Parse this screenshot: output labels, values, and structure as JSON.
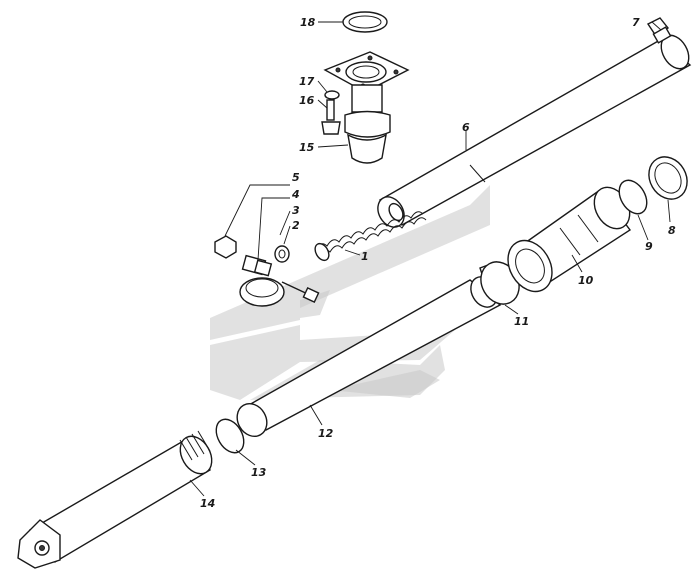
{
  "callouts": {
    "c1": "1",
    "c2": "2",
    "c3": "3",
    "c4": "4",
    "c5": "5",
    "c6": "6",
    "c7": "7",
    "c8": "8",
    "c9": "9",
    "c10": "10",
    "c11": "11",
    "c12": "12",
    "c13": "13",
    "c14": "14",
    "c15": "15",
    "c16": "16",
    "c17": "17",
    "c18": "18"
  },
  "icons": {
    "watermark": "emblem-watermark-logo"
  },
  "colors": {
    "line": "#1a1a1a",
    "watermark": "#c8c8c8",
    "background": "#ffffff"
  }
}
